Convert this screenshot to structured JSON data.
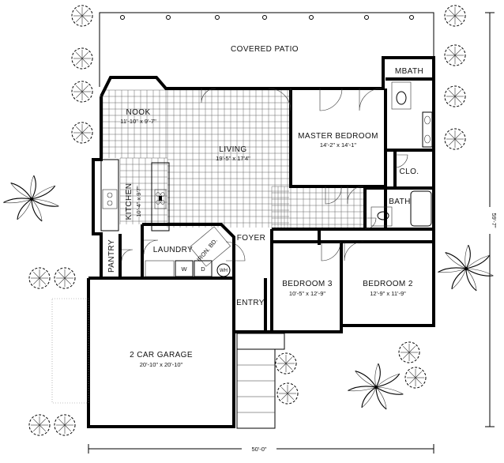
{
  "rooms": {
    "patio": {
      "name": "COVERED PATIO"
    },
    "mbath": {
      "name": "MBATH"
    },
    "nook": {
      "name": "NOOK",
      "dim": "11'-10\" x 9'-7\""
    },
    "living": {
      "name": "LIVING",
      "dim": "19'-5\" x 17'4\""
    },
    "master": {
      "name": "MASTER BEDROOM",
      "dim": "14'-2\" x 14'-1\""
    },
    "closet": {
      "name": "CLO."
    },
    "kitchen": {
      "name": "KITCHEN",
      "dim": "10'-4\" x 9'7\""
    },
    "bath": {
      "name": "BATH"
    },
    "pantry": {
      "name": "PANTRY"
    },
    "laundry": {
      "name": "LAUNDRY"
    },
    "ironing": {
      "name": "IRON. BD."
    },
    "washer": {
      "name": "W"
    },
    "dryer": {
      "name": "D"
    },
    "heater": {
      "name": "WH"
    },
    "foyer": {
      "name": "FOYER"
    },
    "bedroom3": {
      "name": "BEDROOM 3",
      "dim": "10'-5\" x 12'-9\""
    },
    "bedroom2": {
      "name": "BEDROOM 2",
      "dim": "12'-9\" x 11'-9\""
    },
    "entry": {
      "name": "ENTRY"
    },
    "garage": {
      "name": "2 CAR GARAGE",
      "dim": "20'-10\" x 20'-10\""
    }
  },
  "dimensions": {
    "width": "50'-0\"",
    "depth": "59'-7\""
  }
}
